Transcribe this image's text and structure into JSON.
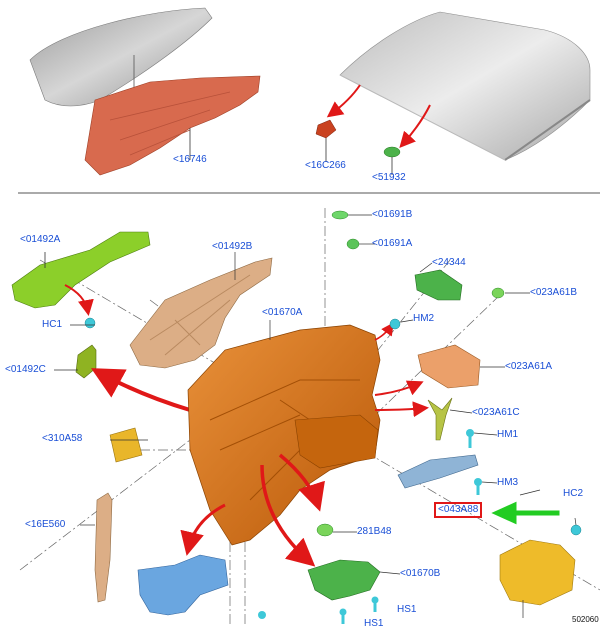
{
  "diagram": {
    "labels": {
      "l16746": "<16746",
      "l16C266": "<16C266",
      "l51932": "<51932",
      "l01492A": "<01492A",
      "l01492B": "<01492B",
      "l01691B": "<01691B",
      "l01691A": "<01691A",
      "l24344": "<24344",
      "l023A61B": "<023A61B",
      "lHC1": "HC1",
      "l01670A": "<01670A",
      "lHM2": "HM2",
      "l01492C": "<01492C",
      "l023A61A": "<023A61A",
      "l023A61C": "<023A61C",
      "l310A58": "<310A58",
      "lHM1": "HM1",
      "lHM3": "HM3",
      "l043A88": "<043A88",
      "lHC2": "HC2",
      "l16E560": "<16E560",
      "l281B48": "281B48",
      "l01670B": "<01670B",
      "lHS1a": "HS1",
      "lHS1b": "HS1"
    },
    "reference": "502060",
    "colors": {
      "label": "#1a4fd6",
      "arrow": "#e01818",
      "highlight": "#e01818",
      "pointer": "#22cc22",
      "orange": "#d9741a",
      "hood": "#c9c9c9",
      "insulator": "#d86a4e",
      "lime": "#8ccf2a",
      "green": "#4cb24a",
      "tan": "#dcae86",
      "blue": "#6aa6e0",
      "yellow": "#e9b62a",
      "cyan": "#3ec8d8"
    }
  }
}
